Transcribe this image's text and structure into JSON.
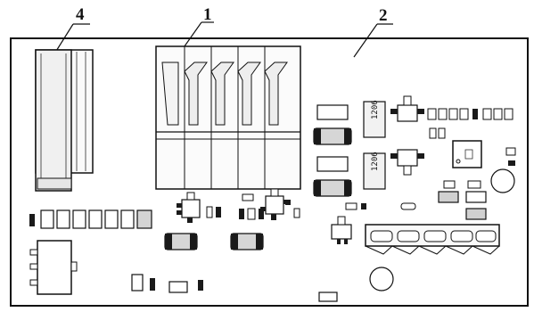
{
  "callouts": [
    {
      "id": "callout-4",
      "label": "4"
    },
    {
      "id": "callout-1",
      "label": "1"
    },
    {
      "id": "callout-2",
      "label": "2"
    }
  ],
  "components": {
    "capacitor_a": {
      "marking": "1206"
    },
    "capacitor_b": {
      "marking": "1206"
    }
  },
  "colors": {
    "stroke": "#111111",
    "fill_light": "#f4f4f4",
    "fill_mid": "#d8d8d8",
    "fill_dark": "#1a1a1a"
  }
}
